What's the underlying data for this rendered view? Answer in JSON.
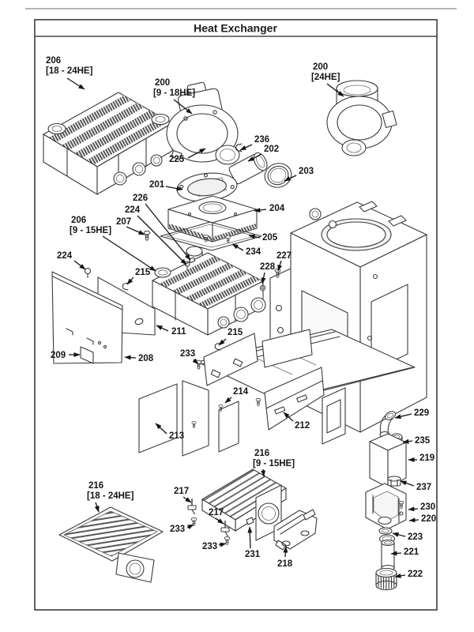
{
  "title": "Heat Exchanger",
  "colors": {
    "ink": "#3a3a3a",
    "label": "#161616",
    "background": "#ffffff",
    "border": "#3c3c3c"
  },
  "callouts": {
    "c206a": {
      "text": "206",
      "sub": "[18 - 24HE]"
    },
    "c200a": {
      "text": "200",
      "sub": "[9 - 18HE]"
    },
    "c200b": {
      "text": "200",
      "sub": "[24HE]"
    },
    "c236": {
      "text": "236"
    },
    "c202": {
      "text": "202"
    },
    "c225": {
      "text": "225"
    },
    "c203": {
      "text": "203"
    },
    "c201": {
      "text": "201"
    },
    "c204": {
      "text": "204"
    },
    "c226": {
      "text": "226"
    },
    "c224a": {
      "text": "224"
    },
    "c207": {
      "text": "207"
    },
    "c206b": {
      "text": "206",
      "sub": "[9 - 15HE]"
    },
    "c224b": {
      "text": "224"
    },
    "c215a": {
      "text": "215"
    },
    "c205": {
      "text": "205"
    },
    "c234": {
      "text": "234"
    },
    "c227": {
      "text": "227"
    },
    "c228": {
      "text": "228"
    },
    "c211": {
      "text": "211"
    },
    "c215b": {
      "text": "215"
    },
    "c233a": {
      "text": "233"
    },
    "c209": {
      "text": "209"
    },
    "c208": {
      "text": "208"
    },
    "c214": {
      "text": "214"
    },
    "c213": {
      "text": "213"
    },
    "c212": {
      "text": "212"
    },
    "c229": {
      "text": "229"
    },
    "c235": {
      "text": "235"
    },
    "c219": {
      "text": "219"
    },
    "c237": {
      "text": "237"
    },
    "c216a": {
      "text": "216",
      "sub": "[9 - 15HE]"
    },
    "c230": {
      "text": "230"
    },
    "c220": {
      "text": "220"
    },
    "c216b": {
      "text": "216",
      "sub": "[18 - 24HE]"
    },
    "c217a": {
      "text": "217"
    },
    "c223": {
      "text": "223"
    },
    "c233b": {
      "text": "233"
    },
    "c217b": {
      "text": "217"
    },
    "c221": {
      "text": "221"
    },
    "c233c": {
      "text": "233"
    },
    "c231": {
      "text": "231"
    },
    "c218": {
      "text": "218"
    },
    "c222": {
      "text": "222"
    }
  }
}
